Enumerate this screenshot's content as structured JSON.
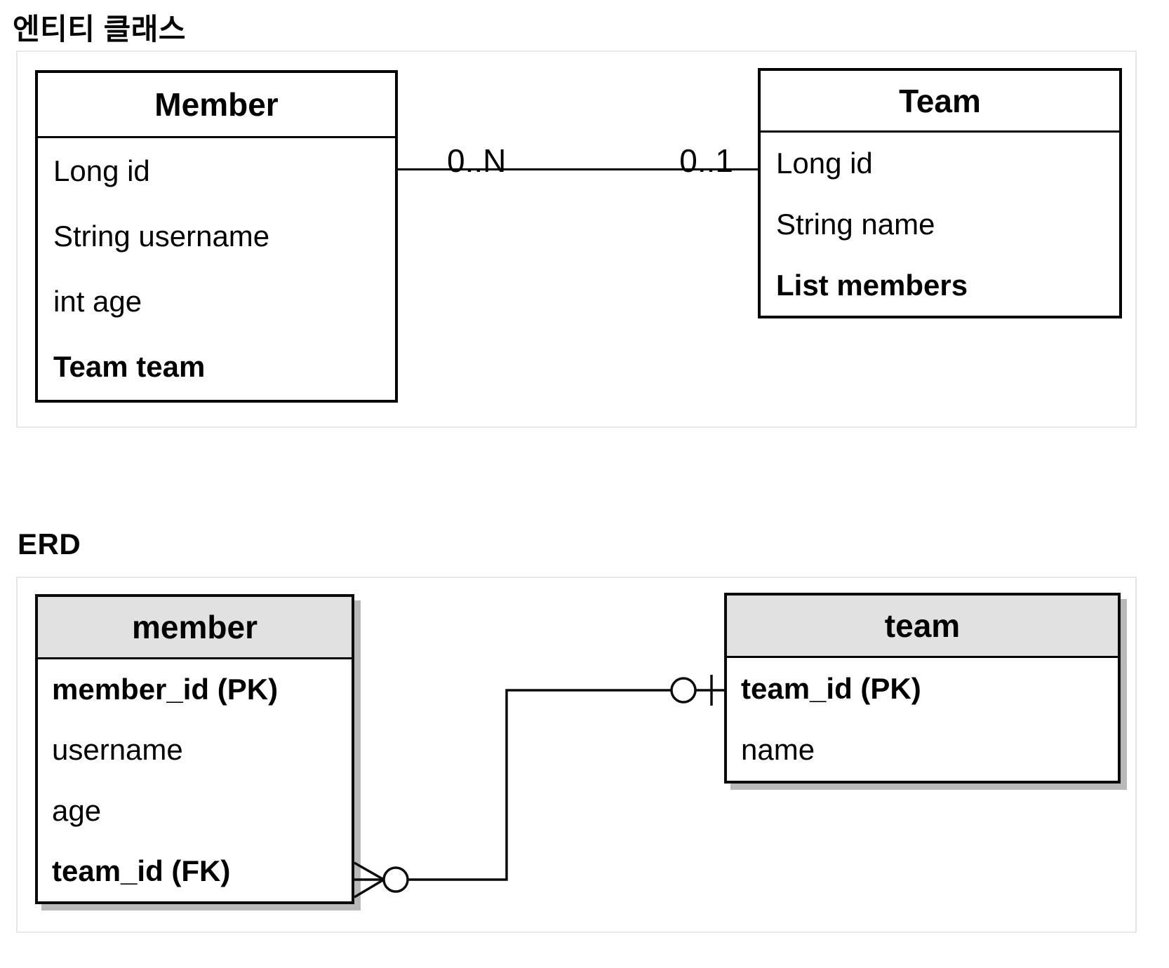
{
  "section1": {
    "heading": "엔티티 클래스",
    "member_class": {
      "title": "Member",
      "fields": [
        "Long id",
        "String username",
        "int age",
        "Team team"
      ]
    },
    "team_class": {
      "title": "Team",
      "fields": [
        "Long id",
        "String name",
        "List members"
      ]
    },
    "relation": {
      "source_cardinality": "0..N",
      "target_cardinality": "0..1"
    }
  },
  "section2": {
    "heading": "ERD",
    "member_table": {
      "title": "member",
      "columns": [
        "member_id (PK)",
        "username",
        "age",
        "team_id (FK)"
      ]
    },
    "team_table": {
      "title": "team",
      "columns": [
        "team_id (PK)",
        "name"
      ]
    },
    "relation": {
      "member_end": "zero-or-many (circle + crow's foot)",
      "team_end": "zero-or-one (circle + bar)"
    }
  },
  "colors": {
    "box_border": "#000000",
    "panel_border": "#e7e7e7",
    "erd_header_bg": "#e1e1e1",
    "erd_shadow": "#b9b9b9",
    "text": "#000000"
  }
}
